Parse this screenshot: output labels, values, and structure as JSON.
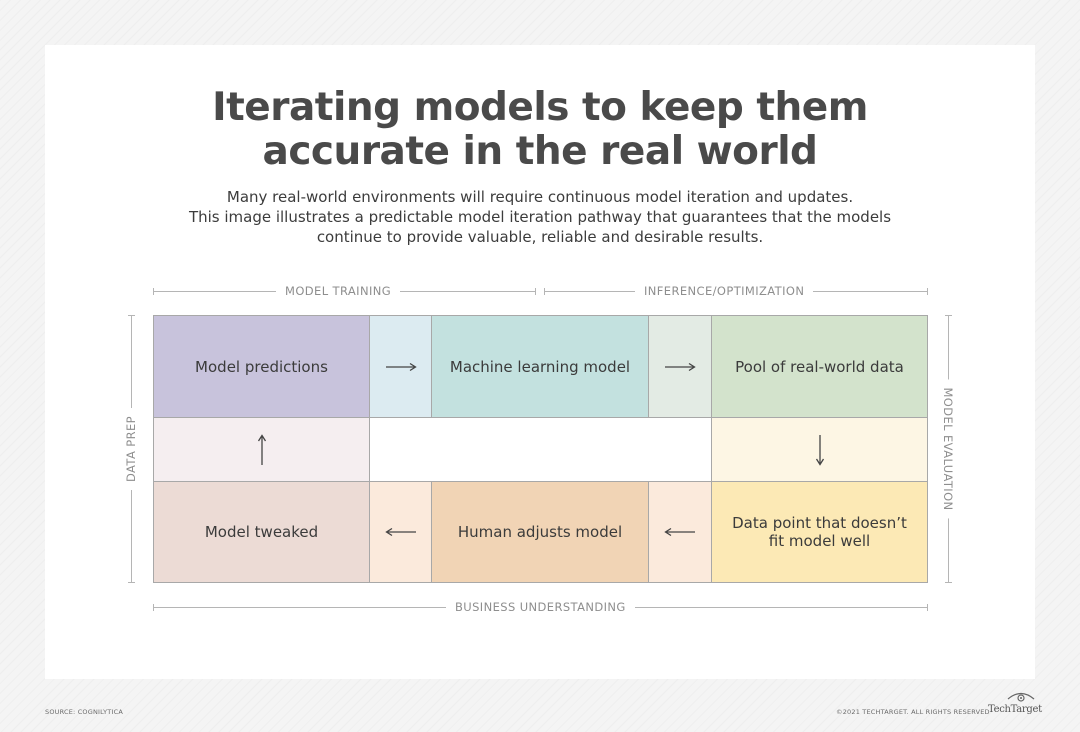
{
  "title": {
    "line1": "Iterating models to keep them",
    "line2": "accurate in the real world"
  },
  "subtitle": {
    "line1": "Many real-world environments will require continuous model iteration and updates.",
    "line2": "This image illustrates a predictable model iteration pathway that guarantees that the models",
    "line3": "continue to provide valuable, reliable and desirable results."
  },
  "axes": {
    "top_left": "MODEL TRAINING",
    "top_right": "INFERENCE/OPTIMIZATION",
    "bottom": "BUSINESS UNDERSTANDING",
    "left": "DATA PREP",
    "right": "MODEL EVALUATION"
  },
  "cells": {
    "model_predictions": "Model predictions",
    "ml_model": "Machine learning model",
    "pool_data": "Pool of real-world data",
    "model_tweaked": "Model tweaked",
    "human_adjusts": "Human adjusts model",
    "data_point_line1": "Data point that doesn’t",
    "data_point_line2": "fit model well"
  },
  "colors": {
    "model_predictions": "#c8c3dc",
    "ml_model": "#c3e1df",
    "pool_data": "#d3e3cc",
    "model_tweaked": "#ecdbd5",
    "human_adjusts": "#f1d4b5",
    "data_point": "#fce9b5",
    "arrow_top_1": "#dcebf1",
    "arrow_top_2": "#e3ebe4",
    "arrow_left": "#f5eef0",
    "arrow_right": "#fdf6e4",
    "arrow_bottom": "#fbeadc",
    "title": "#4a4a4a"
  },
  "footer": {
    "source": "SOURCE: COGNILYTICA",
    "copyright": "©2021 TECHTARGET. ALL RIGHTS RESERVED",
    "logo": "TechTarget"
  }
}
